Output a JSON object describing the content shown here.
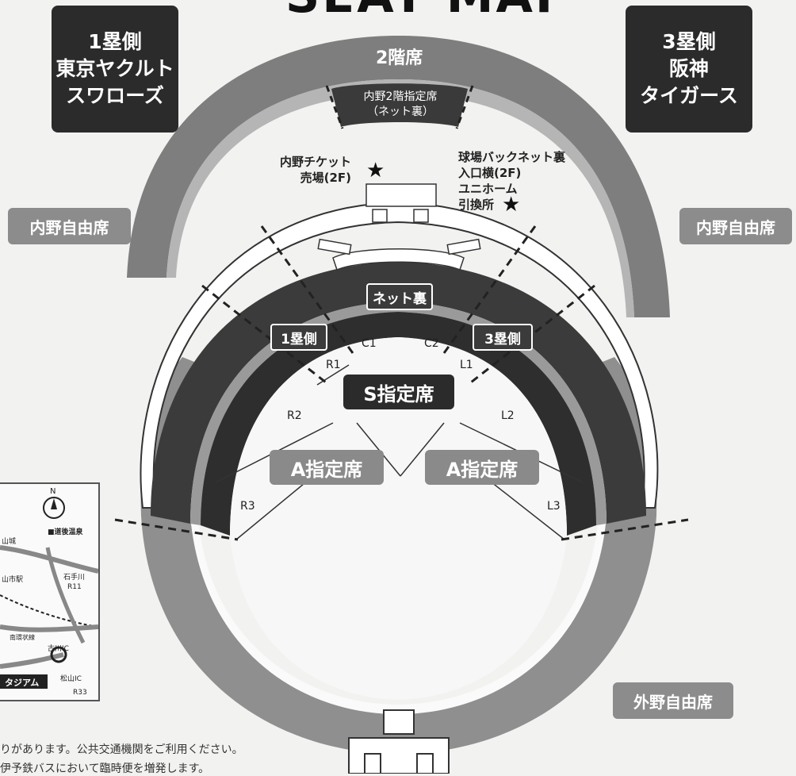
{
  "header_title": "SEAT MAP",
  "teams": {
    "first_base": [
      "1塁側",
      "東京ヤクルト",
      "スワローズ"
    ],
    "third_base": [
      "3塁側",
      "阪神",
      "タイガース"
    ]
  },
  "sections": {
    "upper_deck": "2階席",
    "upper_infield_reserved": [
      "内野2階指定席",
      "（ネット裏）"
    ],
    "infield_free_left": "内野自由席",
    "infield_free_right": "内野自由席",
    "outfield_free": "外野自由席",
    "behind_net": "ネット裏",
    "first_base_side": "1塁側",
    "third_base_side": "3塁側",
    "s_reserved": "S指定席",
    "a_reserved_left": "A指定席",
    "a_reserved_right": "A指定席"
  },
  "blocks": {
    "c1": "C1",
    "c2": "C2",
    "r1": "R1",
    "r2": "R2",
    "r3": "R3",
    "l1": "L1",
    "l2": "L2",
    "l3": "L3"
  },
  "facilities": {
    "ticket_booth": [
      "内野チケット",
      "売場(2F)"
    ],
    "uniform_exchange": [
      "球場バックネット裏",
      "入口横(2F)",
      "ユニホーム",
      "引換所"
    ],
    "star": "★"
  },
  "inset_map": {
    "north": "N",
    "onsen": "■道後温泉",
    "castle": "山城",
    "station": "山市駅",
    "ishite": "石手川",
    "r11": "R11",
    "ring_road": "南環状線",
    "furukawa_ic": "古川IC",
    "stadium": "タジアム",
    "matsuyama_ic": "松山IC",
    "r33": "R33"
  },
  "notes": [
    "りがあります。公共交通機関をご利用ください。",
    "伊予鉄バスにおいて臨時便を増発します。"
  ]
}
